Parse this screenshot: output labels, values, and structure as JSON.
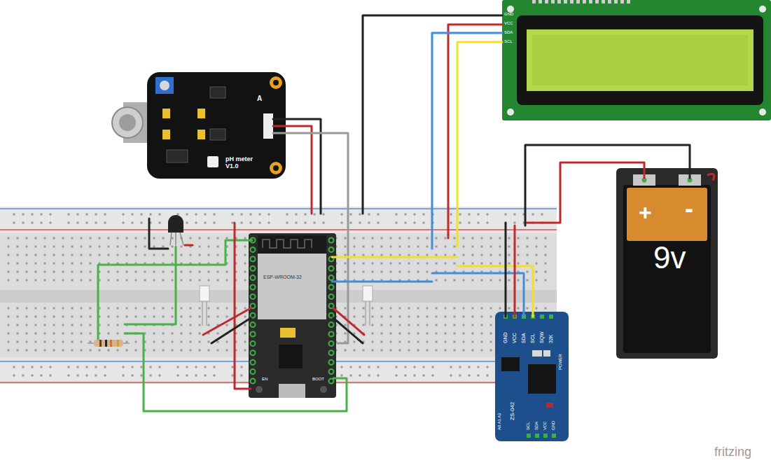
{
  "diagram": {
    "nodes": [
      {
        "text": [
          "GND",
          "VCC",
          "SDA",
          "SCL"
        ]
      },
      {
        "text": [
          "pH meter V1.0",
          "A"
        ]
      },
      {
        "text": [
          "ESP-WROOM-32",
          "EN",
          "BOOT"
        ]
      },
      {
        "text": [
          "+",
          "-",
          "9v"
        ]
      },
      {
        "text": [
          "GND",
          "VCC",
          "SDA",
          "SCL",
          "SQW",
          "32K",
          "POWER",
          "ZS-042",
          "A0 A1 A2",
          "SCL",
          "SDA",
          "VCC",
          "GND"
        ]
      }
    ],
    "labels": [
      "fritzing"
    ]
  }
}
